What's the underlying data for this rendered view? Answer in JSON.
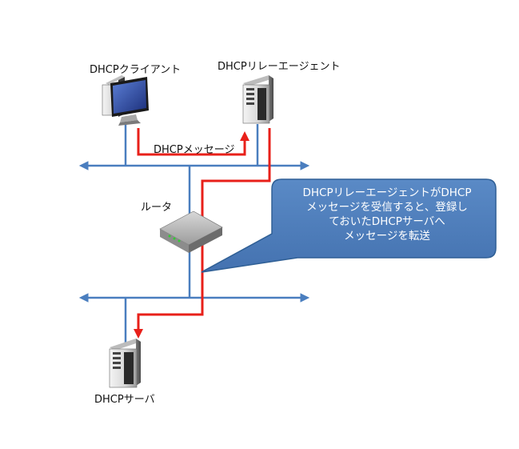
{
  "nodes": {
    "client": "DHCPクライアント",
    "relay": "DHCPリレーエージェント",
    "router": "ルータ",
    "server": "DHCPサーバ"
  },
  "message_label": "DHCPメッセージ",
  "callout": {
    "lines": [
      "DHCPリレーエージェントがDHCP",
      "メッセージを受信すると、登録し",
      "ておいたDHCPサーバへ",
      "メッセージを転送"
    ]
  },
  "colors": {
    "network_line": "#4a7ebf",
    "message_path": "#e8201a",
    "callout_fill": "#4f81bd",
    "callout_border": "#2f5f95"
  }
}
